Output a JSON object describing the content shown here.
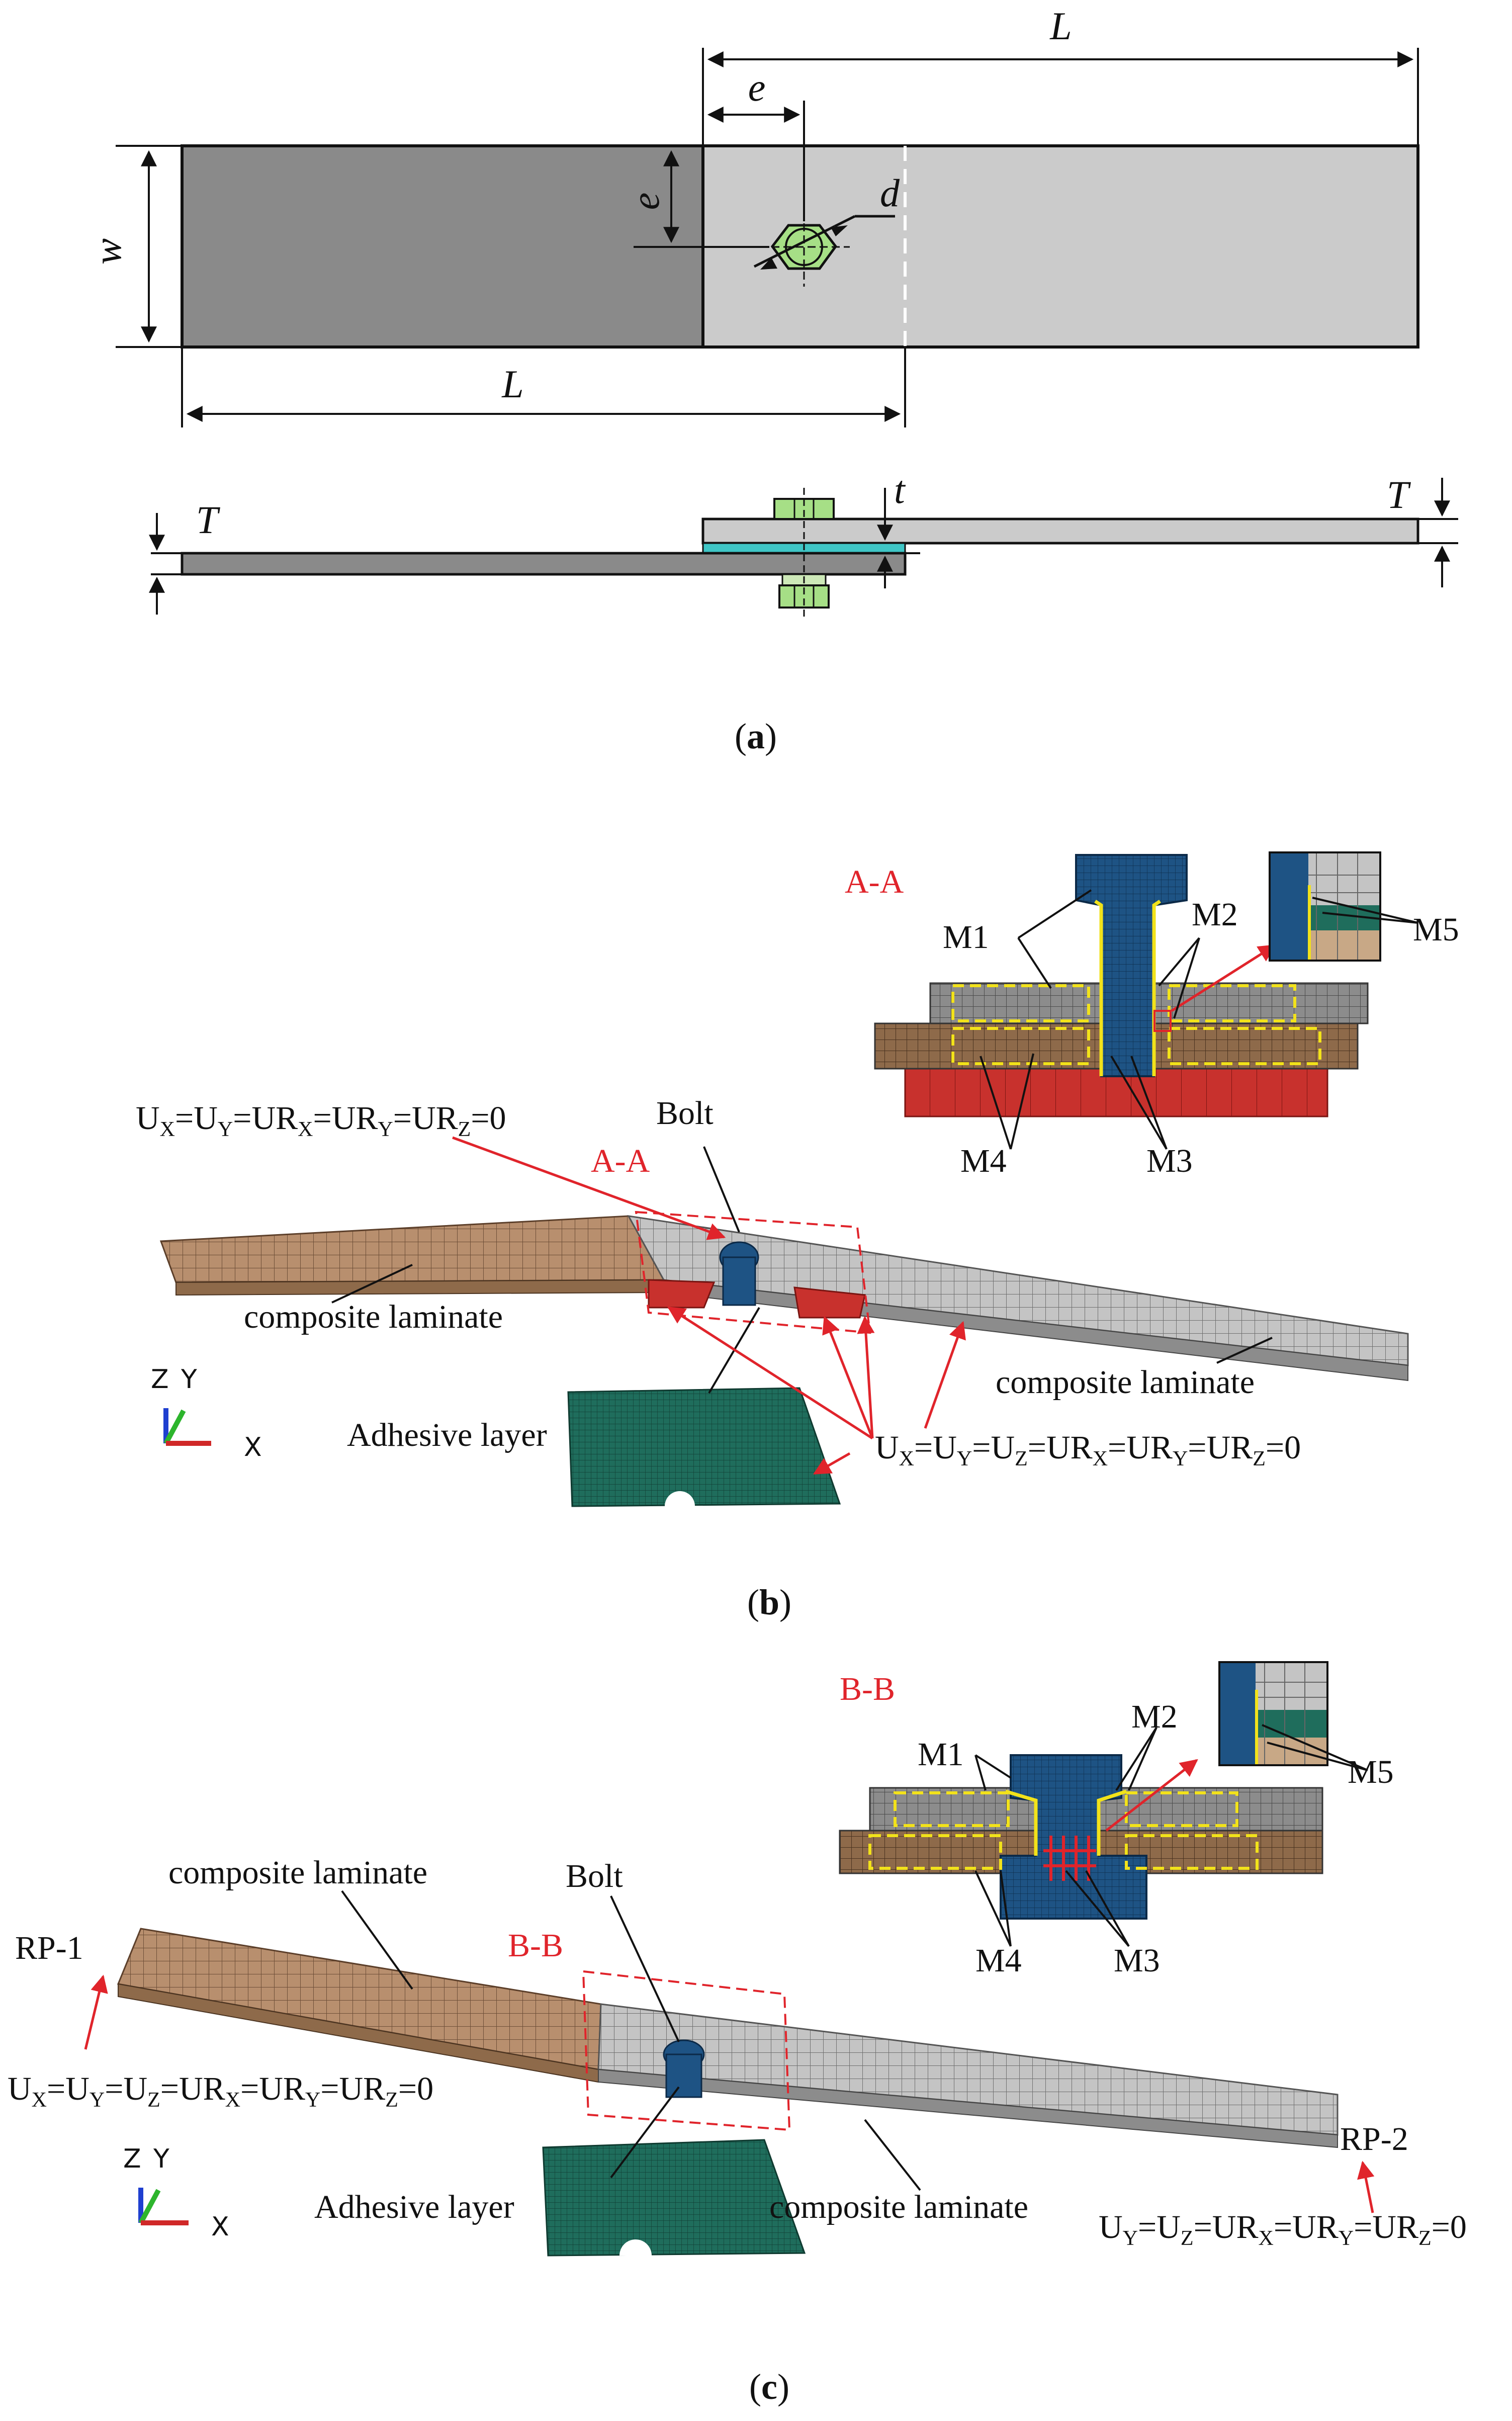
{
  "panel_a": {
    "caption_open": "(",
    "caption_letter": "a",
    "caption_close": ")",
    "dim_L_top": "L",
    "dim_L_bottom": "L",
    "dim_e_horizontal": "e",
    "dim_e_vertical": "e",
    "dim_d": "d",
    "dim_w": "w",
    "dim_t": "t",
    "dim_T_left": "T",
    "dim_T_right": "T",
    "colors": {
      "dark_plate": "#8a8a8a",
      "light_plate": "#cbcbcb",
      "bolt": "#a6df86",
      "adhesive": "#3fc6c6"
    }
  },
  "panel_b": {
    "caption_open": "(",
    "caption_letter": "b",
    "caption_close": ")",
    "section_label": "A-A",
    "section_label_model": "A-A",
    "bolt_label": "Bolt",
    "laminate_left": "composite laminate",
    "laminate_right": "composite laminate",
    "adhesive_label": "Adhesive layer",
    "bc_top": "UX=UY=URX=URY=URZ=0",
    "bc_bottom": "UX=UY=UZ=URX=URY=URZ=0",
    "contacts": [
      "M1",
      "M2",
      "M3",
      "M4",
      "M5"
    ],
    "axes": {
      "z": "Z",
      "y": "Y",
      "x": "X"
    }
  },
  "panel_c": {
    "caption_open": "(",
    "caption_letter": "c",
    "caption_close": ")",
    "section_label": "B-B",
    "section_label_model": "B-B",
    "bolt_label": "Bolt",
    "laminate_top": "composite laminate",
    "laminate_bottom": "composite laminate",
    "adhesive_label": "Adhesive layer",
    "rp1": "RP-1",
    "rp2": "RP-2",
    "bc_left": "UX=UY=UZ=URX=URY=URZ=0",
    "bc_right": "UY=UZ=URX=URY=URZ=0",
    "contacts": [
      "M1",
      "M2",
      "M3",
      "M4",
      "M5"
    ],
    "axes": {
      "z": "Z",
      "y": "Y",
      "x": "X"
    }
  },
  "colors": {
    "label_red": "#e0242b",
    "laminate_tan": "#b48c6c",
    "laminate_grey": "#bdbdbd",
    "bolt_blue": "#1c4f7c",
    "adhesive_green": "#1e6a5a",
    "contact_yellow": "#f2e21a",
    "nut_red": "#c9302c"
  }
}
